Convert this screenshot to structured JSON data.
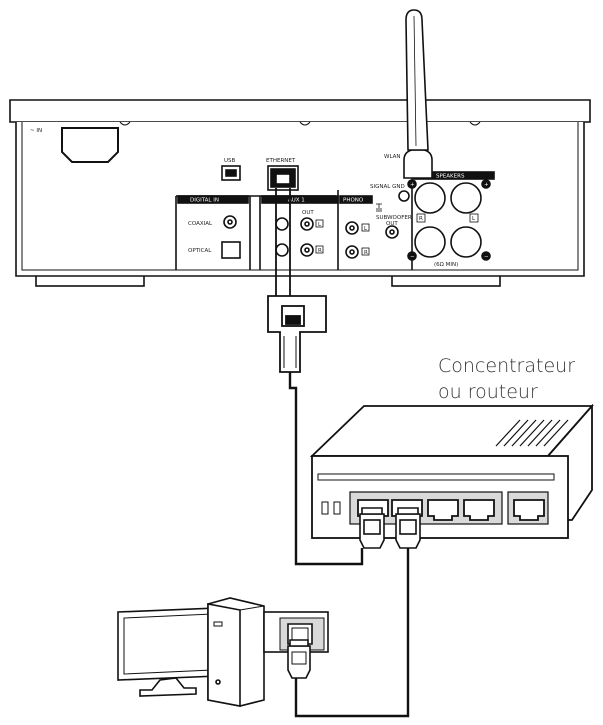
{
  "device_labels": {
    "ac_in": "~ IN",
    "usb": "USB",
    "ethernet": "ETHERNET",
    "wlan": "WLAN",
    "signal_gnd": "SIGNAL GND",
    "speakers": "SPEAKERS",
    "digital_in": "DIGITAL IN",
    "coaxial": "COAXIAL",
    "optical": "OPTICAL",
    "aux1": "AUX 1",
    "out": "OUT",
    "phono": "PHONO",
    "subwoofer": "SUBWOOFER",
    "sub_out": "OUT",
    "left": "L",
    "right": "R",
    "impedance": "(6Ω MIN)",
    "plus": "+",
    "minus": "−"
  },
  "router_caption": {
    "line1": "Concentrateur",
    "line2": "ou routeur"
  }
}
